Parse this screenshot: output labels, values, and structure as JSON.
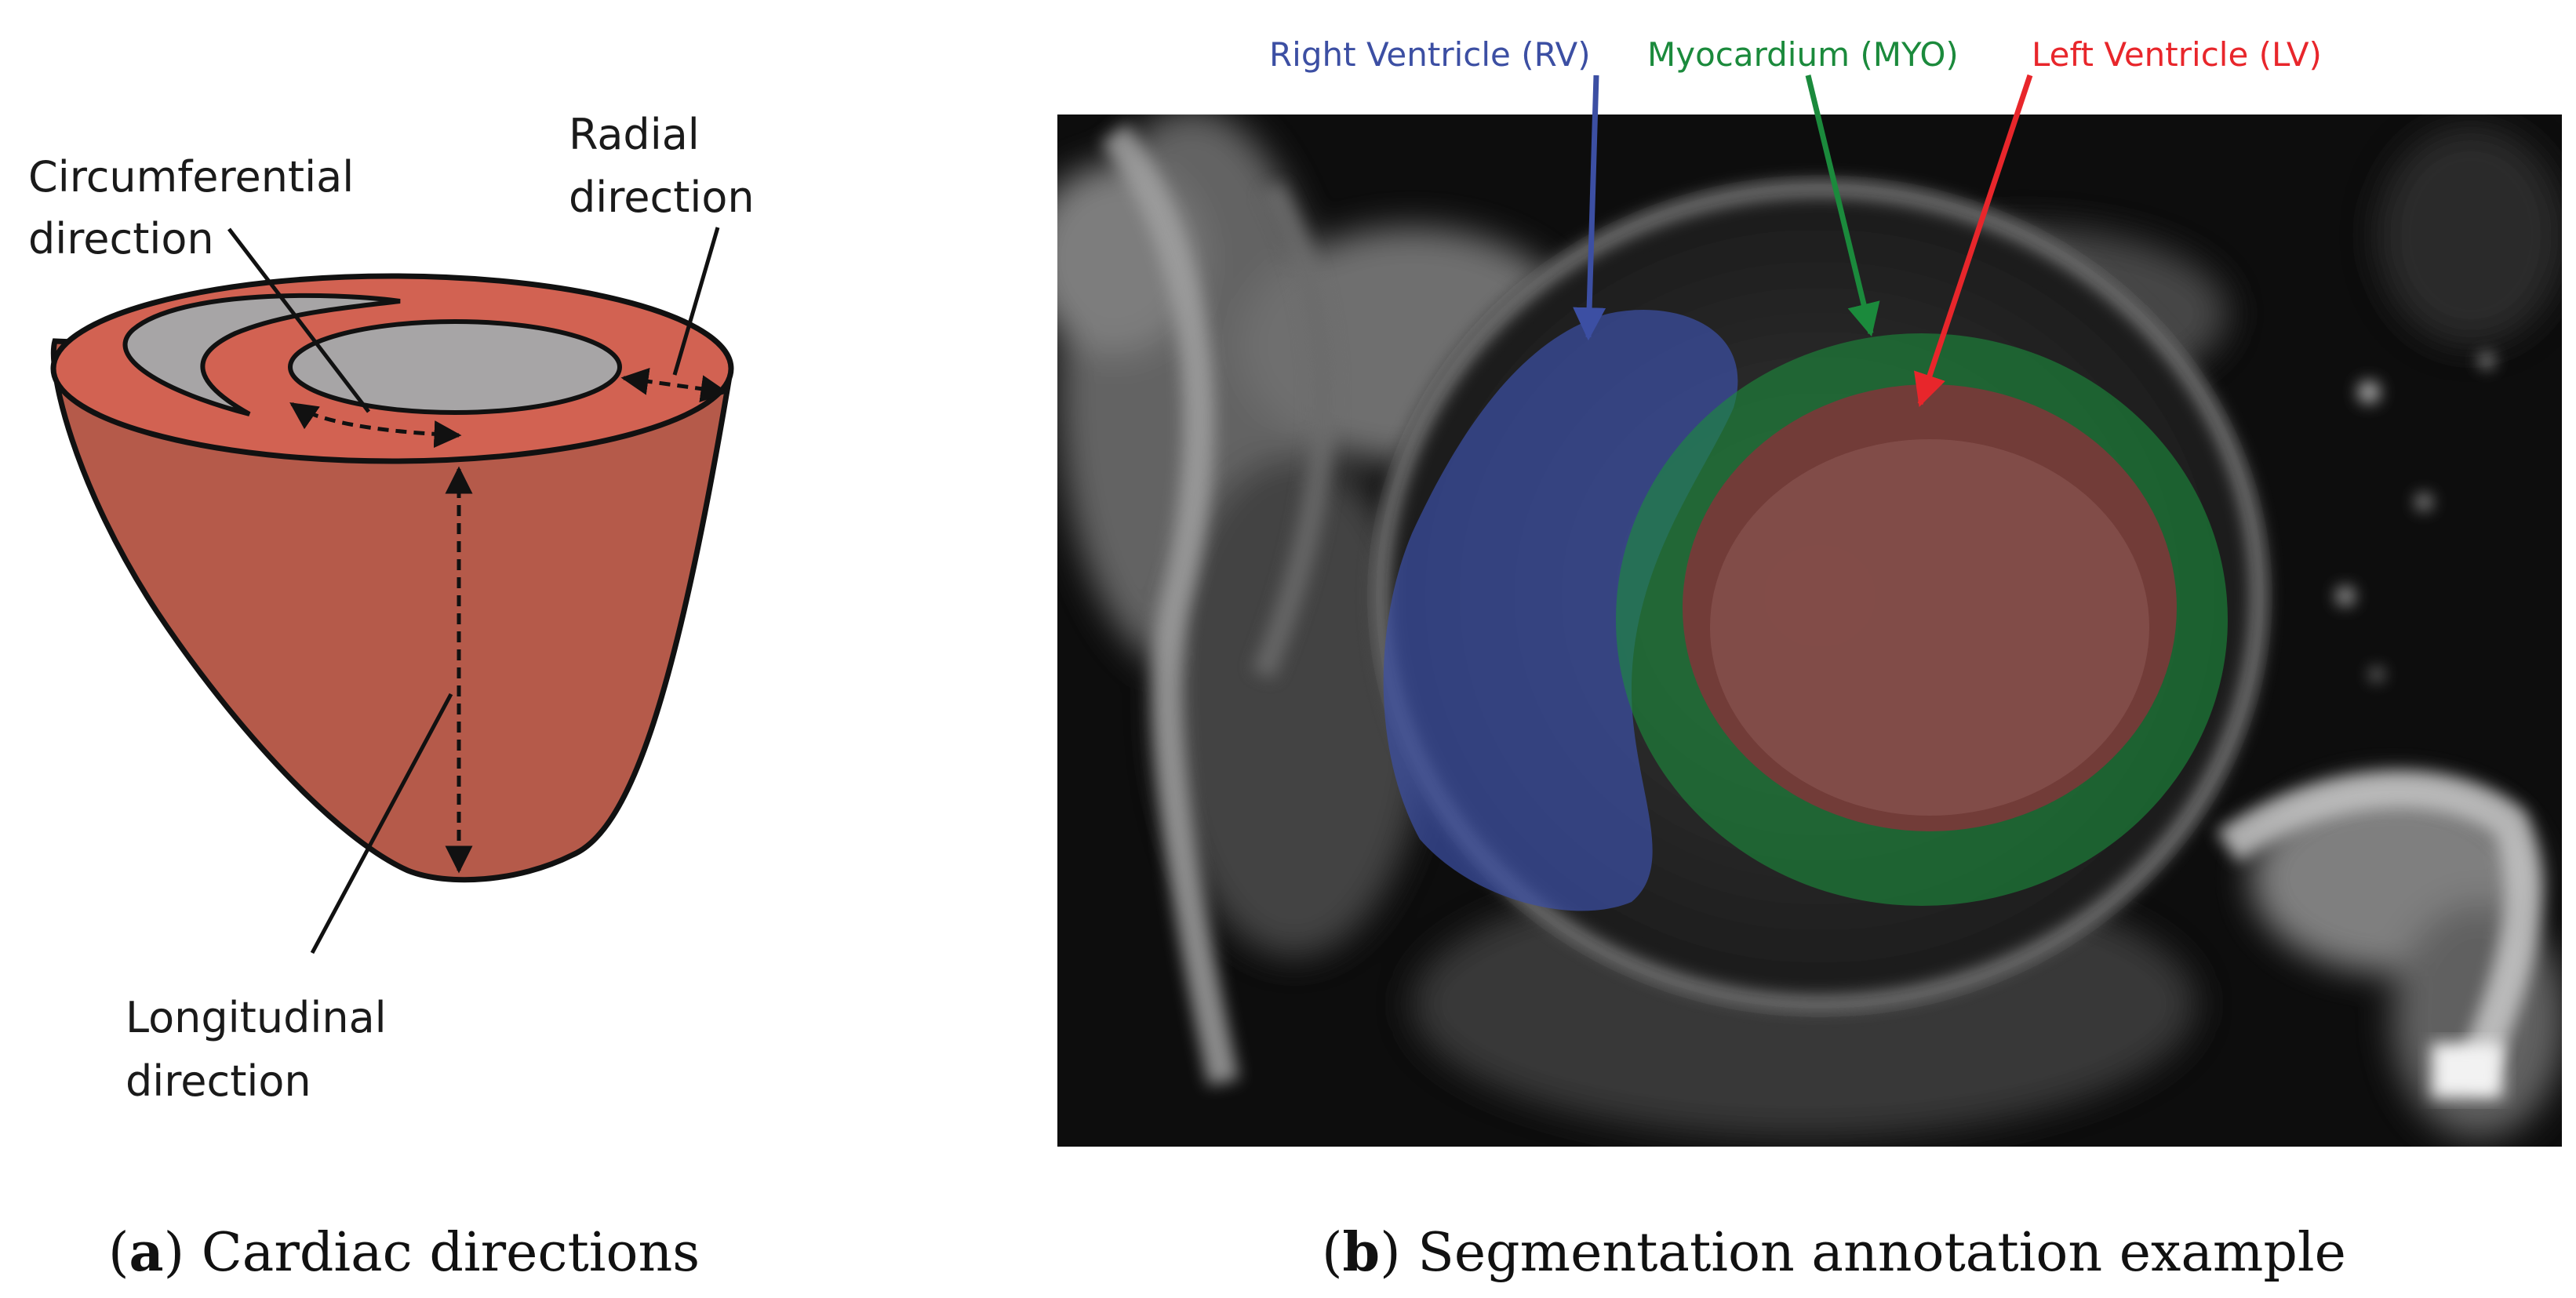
{
  "panel_a": {
    "label_circumferential": [
      "Circumferential",
      "direction"
    ],
    "label_radial": [
      "Radial",
      "direction"
    ],
    "label_longitudinal": [
      "Longitudinal",
      "direction"
    ],
    "caption_letter": "a",
    "caption_text": "Cardiac directions"
  },
  "panel_b": {
    "label_rv": "Right Ventricle (RV)",
    "label_myo": "Myocardium (MYO)",
    "label_lv": "Left Ventricle (LV)",
    "caption_letter": "b",
    "caption_text": "Segmentation annotation example"
  },
  "colors": {
    "heart_wall": "#b55a4a",
    "heart_top": "#d26252",
    "cavity": "#a7a5a6",
    "rv": "#3c4fa3",
    "myo": "#1b8a3c",
    "lv": "#e8262b",
    "mri_background": "#0d0d0d"
  }
}
